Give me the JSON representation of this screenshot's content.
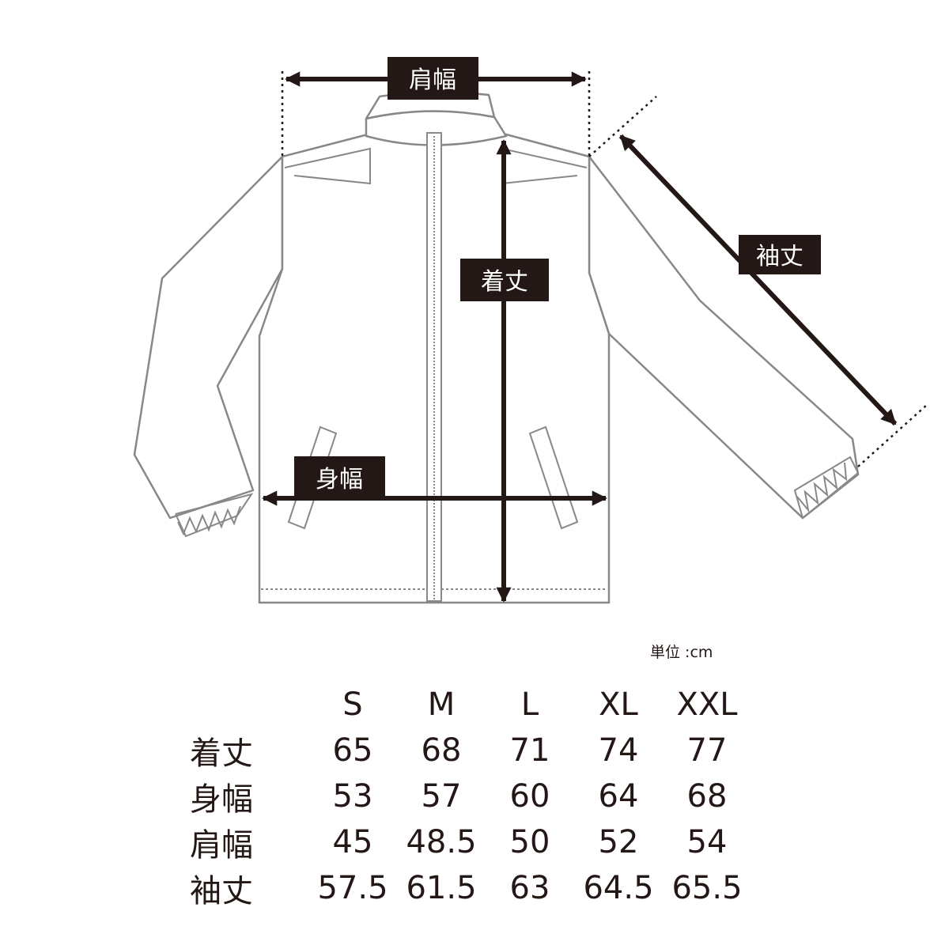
{
  "labels": {
    "shoulder": "肩幅",
    "length": "着丈",
    "sleeve": "袖丈",
    "body_width": "身幅"
  },
  "unit": "単位 :cm",
  "sizes": [
    "S",
    "M",
    "L",
    "XL",
    "XXL"
  ],
  "rows": [
    {
      "label": "着丈",
      "values": [
        "65",
        "68",
        "71",
        "74",
        "77"
      ]
    },
    {
      "label": "身幅",
      "values": [
        "53",
        "57",
        "60",
        "64",
        "68"
      ]
    },
    {
      "label": "肩幅",
      "values": [
        "45",
        "48.5",
        "50",
        "52",
        "54"
      ]
    },
    {
      "label": "袖丈",
      "values": [
        "57.5",
        "61.5",
        "63",
        "64.5",
        "65.5"
      ]
    }
  ],
  "colors": {
    "ink": "#231815",
    "outline": "#888888"
  }
}
